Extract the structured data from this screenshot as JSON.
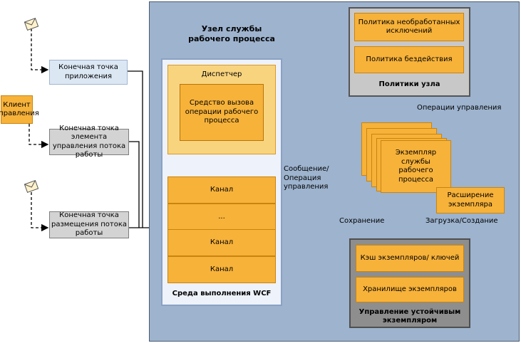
{
  "host": {
    "title": "Узел службы\nрабочего процесса"
  },
  "wcf": {
    "label": "Среда выполнения WCF",
    "dispatcher": "Диспетчер",
    "invoker": "Средство вызова операции рабочего процесса",
    "channels": [
      "Канал",
      "...",
      "Канал",
      "Канал"
    ]
  },
  "policies": {
    "title": "Политики узла",
    "items": [
      "Политика необработанных исключений",
      "Политика бездействия"
    ]
  },
  "instance": {
    "label": "Экземпляр службы рабочего процесса",
    "extension": "Расширение экземпляра"
  },
  "persistence": {
    "title": "Управление устойчивым экземпляром",
    "items": [
      "Кэш экземпляров/ ключей",
      "Хранилище экземпляров"
    ]
  },
  "endpoints": {
    "application": "Конечная точка приложения",
    "control": "Конечная точка элемента управления потока работы",
    "hosting": "Конечная точка размещения потока работы"
  },
  "client": "Клиент управления",
  "arrows": {
    "message": "Сообщение/ Операция управления",
    "control_ops": "Операции управления",
    "save": "Сохранение",
    "load": "Загрузка/Создание"
  }
}
